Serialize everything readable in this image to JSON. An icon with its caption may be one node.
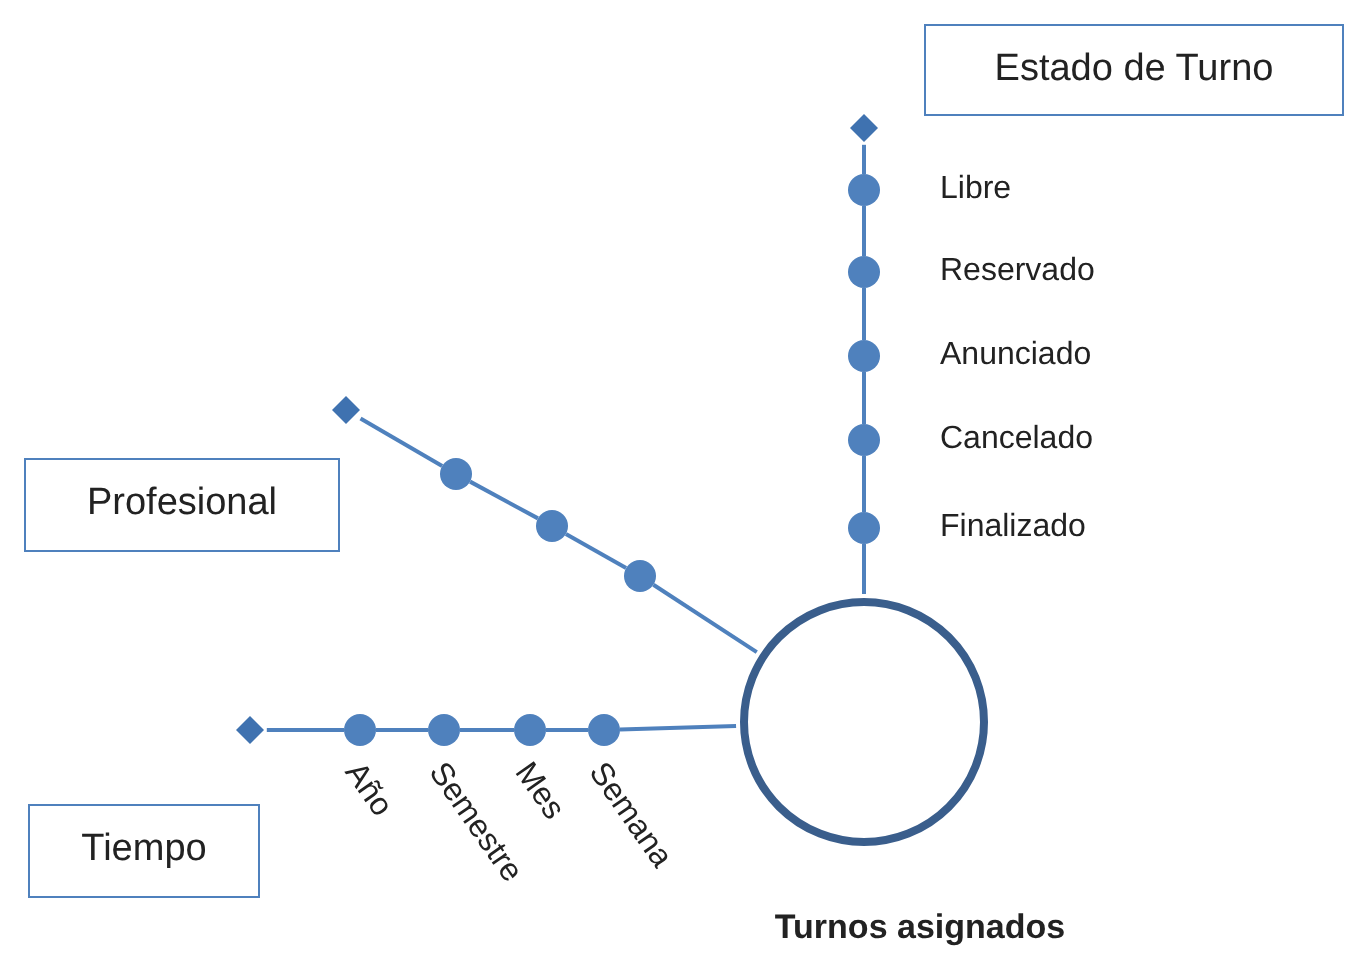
{
  "diagram": {
    "nodes": [
      {
        "text": [
          "Estado de Turno"
        ]
      },
      {
        "text": [],
        "shape": "diamond"
      },
      {
        "text": [],
        "shape": "circle",
        "beside": [
          "Libre"
        ]
      },
      {
        "text": [],
        "shape": "circle",
        "beside": [
          "Reservado"
        ]
      },
      {
        "text": [],
        "shape": "circle",
        "beside": [
          "Anunciado"
        ]
      },
      {
        "text": [],
        "shape": "circle",
        "beside": [
          "Cancelado"
        ]
      },
      {
        "text": [],
        "shape": "circle",
        "beside": [
          "Finalizado"
        ]
      },
      {
        "text": [],
        "shape": "diamond"
      },
      {
        "text": [],
        "shape": "circle"
      },
      {
        "text": [],
        "shape": "circle"
      },
      {
        "text": [],
        "shape": "circle"
      },
      {
        "text": [
          "Profesional"
        ]
      },
      {
        "text": [],
        "shape": "diamond"
      },
      {
        "text": [],
        "shape": "circle",
        "beside": [
          "Año"
        ]
      },
      {
        "text": [],
        "shape": "circle",
        "beside": [
          "Semestre"
        ]
      },
      {
        "text": [],
        "shape": "circle",
        "beside": [
          "Mes"
        ]
      },
      {
        "text": [],
        "shape": "circle",
        "beside": [
          "Semana"
        ]
      },
      {
        "text": [
          "Tiempo"
        ]
      },
      {
        "text": [],
        "shape": "circle",
        "beside": [
          "Turnos asignados"
        ]
      }
    ],
    "edges": [
      {
        "from": 18,
        "to": 6,
        "arrow": "none"
      },
      {
        "from": 6,
        "to": 5,
        "arrow": "none"
      },
      {
        "from": 5,
        "to": 4,
        "arrow": "none"
      },
      {
        "from": 4,
        "to": 3,
        "arrow": "none"
      },
      {
        "from": 3,
        "to": 2,
        "arrow": "none"
      },
      {
        "from": 2,
        "to": 1,
        "arrow": "none"
      },
      {
        "from": 18,
        "to": 10,
        "arrow": "none"
      },
      {
        "from": 10,
        "to": 9,
        "arrow": "none"
      },
      {
        "from": 9,
        "to": 8,
        "arrow": "none"
      },
      {
        "from": 8,
        "to": 7,
        "arrow": "none"
      },
      {
        "from": 18,
        "to": 16,
        "arrow": "none"
      },
      {
        "from": 16,
        "to": 15,
        "arrow": "none"
      },
      {
        "from": 15,
        "to": 14,
        "arrow": "none"
      },
      {
        "from": 14,
        "to": 13,
        "arrow": "none"
      },
      {
        "from": 13,
        "to": 12,
        "arrow": "none"
      }
    ]
  }
}
